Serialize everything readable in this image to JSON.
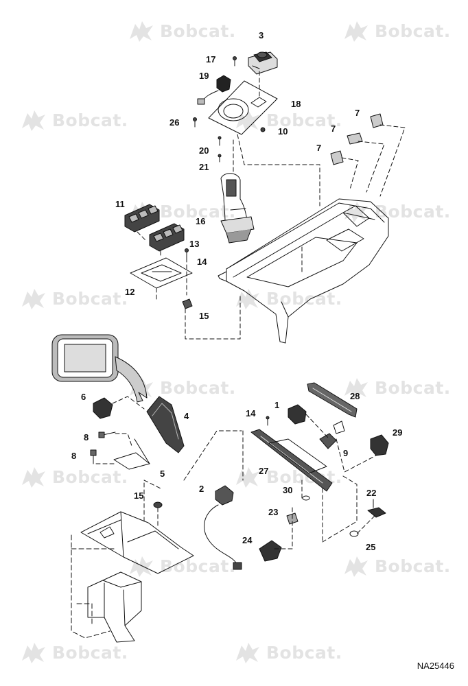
{
  "watermark": {
    "text": "Bobcat.",
    "color": "#e3e3e3"
  },
  "callouts": [
    {
      "id": "c3",
      "label": "3"
    },
    {
      "id": "c17",
      "label": "17"
    },
    {
      "id": "c19",
      "label": "19"
    },
    {
      "id": "c18",
      "label": "18"
    },
    {
      "id": "c26",
      "label": "26"
    },
    {
      "id": "c10",
      "label": "10"
    },
    {
      "id": "c20",
      "label": "20"
    },
    {
      "id": "c21",
      "label": "21"
    },
    {
      "id": "c7a",
      "label": "7"
    },
    {
      "id": "c7b",
      "label": "7"
    },
    {
      "id": "c7c",
      "label": "7"
    },
    {
      "id": "c11",
      "label": "11"
    },
    {
      "id": "c16",
      "label": "16"
    },
    {
      "id": "c13",
      "label": "13"
    },
    {
      "id": "c14a",
      "label": "14"
    },
    {
      "id": "c12",
      "label": "12"
    },
    {
      "id": "c15a",
      "label": "15"
    },
    {
      "id": "c6",
      "label": "6"
    },
    {
      "id": "c4",
      "label": "4"
    },
    {
      "id": "c8a",
      "label": "8"
    },
    {
      "id": "c8b",
      "label": "8"
    },
    {
      "id": "c5",
      "label": "5"
    },
    {
      "id": "c15b",
      "label": "15"
    },
    {
      "id": "c14b",
      "label": "14"
    },
    {
      "id": "c1",
      "label": "1"
    },
    {
      "id": "c28",
      "label": "28"
    },
    {
      "id": "c29",
      "label": "29"
    },
    {
      "id": "c9",
      "label": "9"
    },
    {
      "id": "c27",
      "label": "27"
    },
    {
      "id": "c2",
      "label": "2"
    },
    {
      "id": "c30",
      "label": "30"
    },
    {
      "id": "c22",
      "label": "22"
    },
    {
      "id": "c23",
      "label": "23"
    },
    {
      "id": "c25",
      "label": "25"
    },
    {
      "id": "c24",
      "label": "24"
    }
  ],
  "drawing_code": "NA25446"
}
